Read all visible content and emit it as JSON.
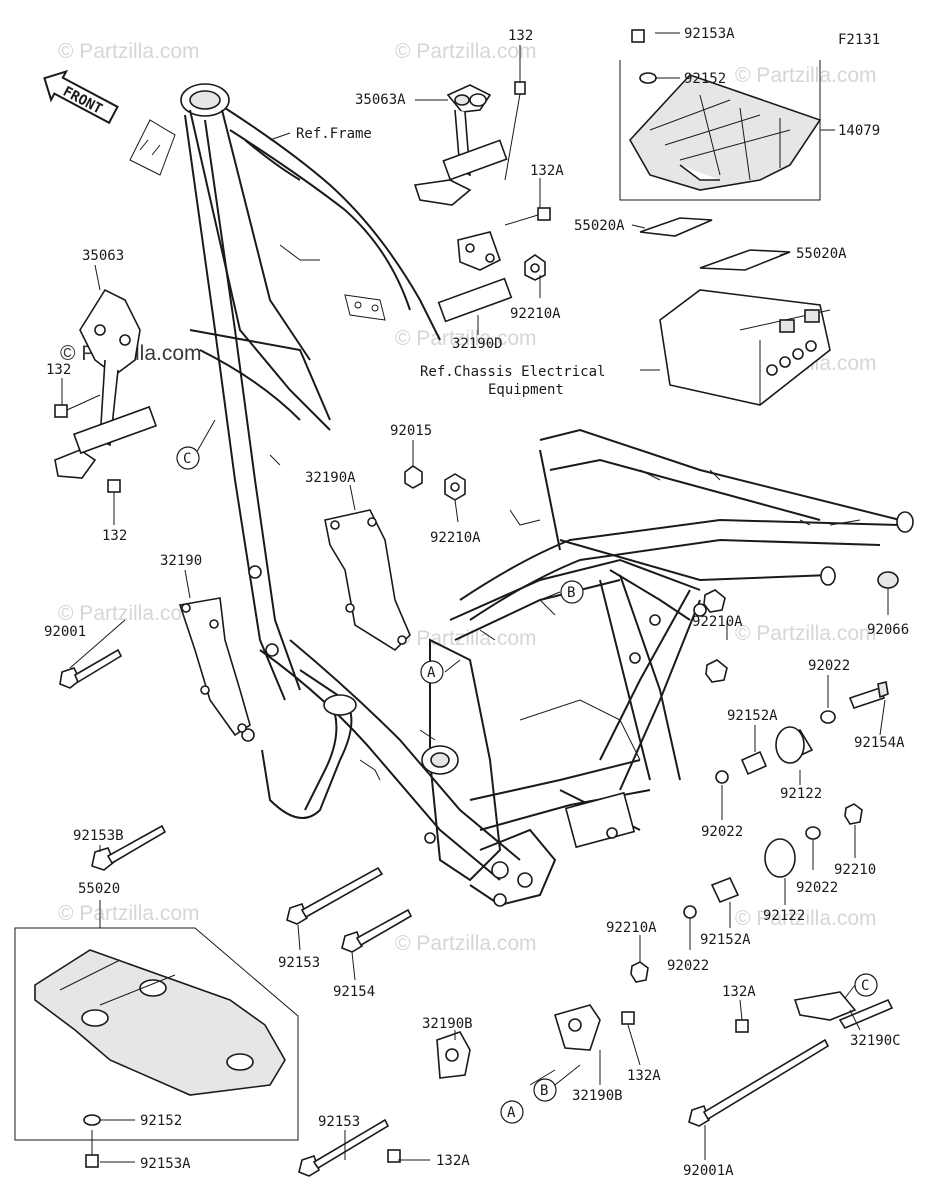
{
  "figure_id": "F2131",
  "front_label": "FRONT",
  "watermark": "© Partzilla.com",
  "watermark_bold": "© Partzilla.com",
  "ref_frame": "Ref.Frame",
  "ref_electrical_line1": "Ref.Chassis Electrical",
  "ref_electrical_line2": "Equipment",
  "callouts": {
    "c": "C",
    "b": "B",
    "a": "A",
    "b2": "B",
    "a2": "A",
    "c2": "C"
  },
  "part_labels": {
    "p132_top": "132",
    "p35063A": "35063A",
    "p132A_top": "132A",
    "p92153A_top": "92153A",
    "p92152_top": "92152",
    "p14079": "14079",
    "p55020A_l": "55020A",
    "p55020A_r": "55020A",
    "p92210A_top": "92210A",
    "p32190D": "32190D",
    "p35063": "35063",
    "p132_left": "132",
    "p132_bottom": "132",
    "p92015": "92015",
    "p32190A": "32190A",
    "p92210A_mid": "92210A",
    "p32190": "32190",
    "p92001": "92001",
    "p92153B": "92153B",
    "p92066": "92066",
    "p92210A_right": "92210A",
    "p92022_a": "92022",
    "p92152A_a": "92152A",
    "p92154A": "92154A",
    "p92122_a": "92122",
    "p92022_b": "92022",
    "p92210": "92210",
    "p92022_c": "92022",
    "p92122_b": "92122",
    "p92152A_b": "92152A",
    "p92022_d": "92022",
    "p55020": "55020",
    "p92153_a": "92153",
    "p92154": "92154",
    "p92210A_bottom": "92210A",
    "p132A_right": "132A",
    "p32190C": "32190C",
    "p32190B_a": "32190B",
    "p32190B_b": "32190B",
    "p132A_bottom": "132A",
    "p92153_b": "92153",
    "p92152_bottom": "92152",
    "p92153A_bottom": "92153A",
    "p92001A": "92001A"
  }
}
